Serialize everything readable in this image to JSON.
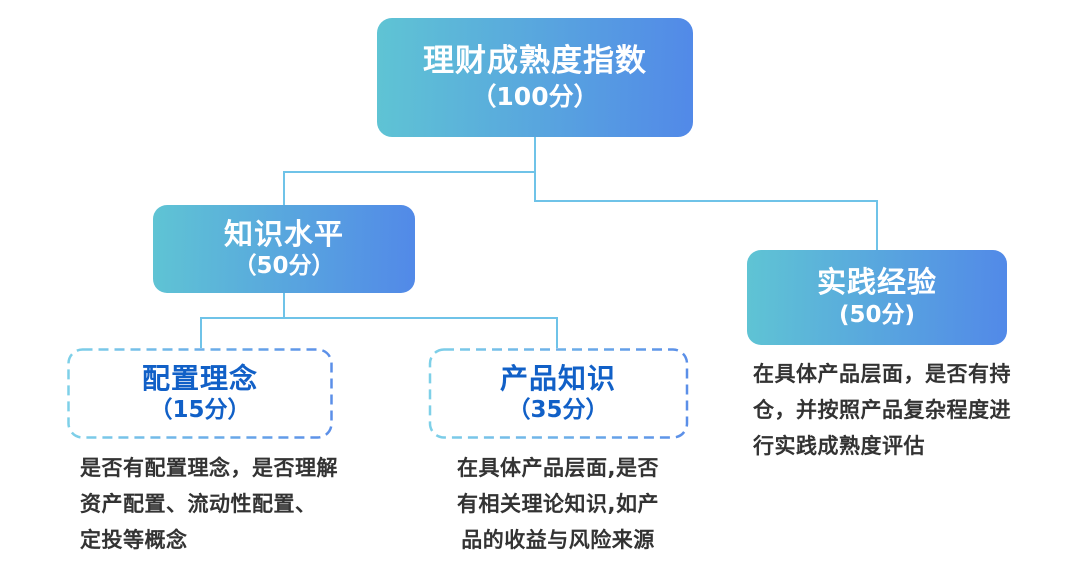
{
  "root": {
    "title": "理财成熟度指数",
    "score": "（100分）"
  },
  "branches": [
    {
      "title": "知识水平",
      "score": "（50分）",
      "children": [
        {
          "title": "配置理念",
          "score": "（15分）",
          "desc_lines": [
            "是否有配置理念，是否理解",
            "资产配置、流动性配置、",
            "定投等概念"
          ]
        },
        {
          "title": "产品知识",
          "score": "（35分）",
          "desc_lines": [
            "在具体产品层面,是否",
            "有相关理论知识,如产",
            "品的收益与风险来源"
          ]
        }
      ]
    },
    {
      "title": "实践经验",
      "score": "(50分)",
      "desc_lines": [
        "在具体产品层面，是否有持",
        "仓，并按照产品复杂程度进",
        "行实践成熟度评估"
      ]
    }
  ],
  "colors": {
    "background": "#ffffff",
    "node_gradient_start": "#5fc4d4",
    "node_gradient_end": "#5289e8",
    "connector_line": "#6fc3e8",
    "dashed_border_start": "#7ed0e8",
    "dashed_border_end": "#5b8fe8",
    "dashed_node_text": "#1160c7",
    "body_text": "#333333"
  }
}
